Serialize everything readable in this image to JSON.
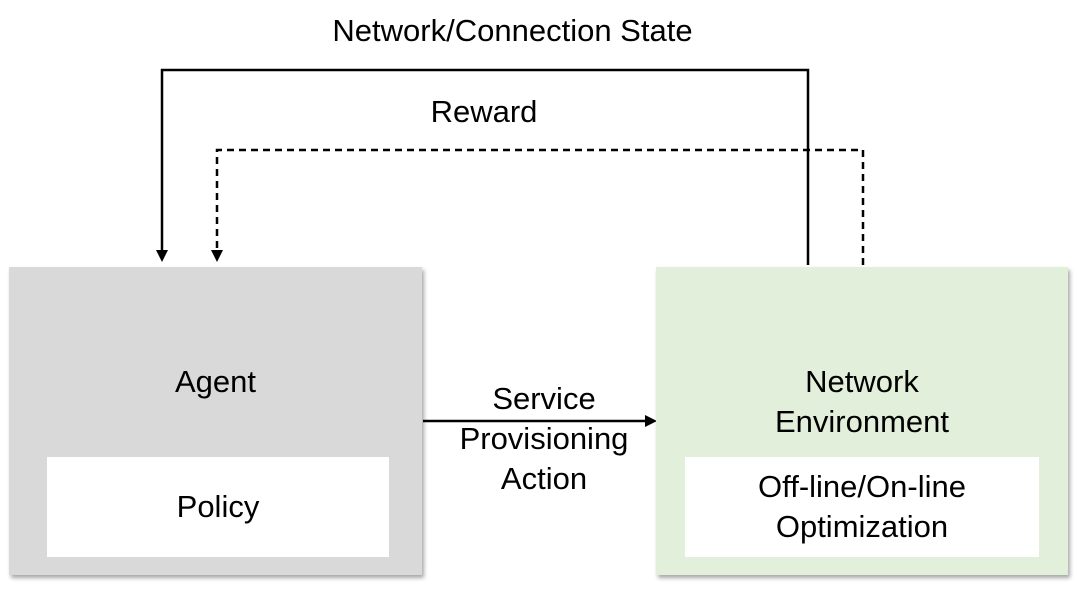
{
  "labels": {
    "state": "Network/Connection State",
    "reward": "Reward",
    "action": "Service\nProvisioning\nAction"
  },
  "agent": {
    "title": "Agent",
    "inner": "Policy"
  },
  "environment": {
    "title": "Network\nEnvironment",
    "inner": "Off-line/On-line\nOptimization"
  },
  "colors": {
    "agent_fill": "#d9d9d9",
    "environment_fill": "#e2efda",
    "line": "#000000"
  }
}
